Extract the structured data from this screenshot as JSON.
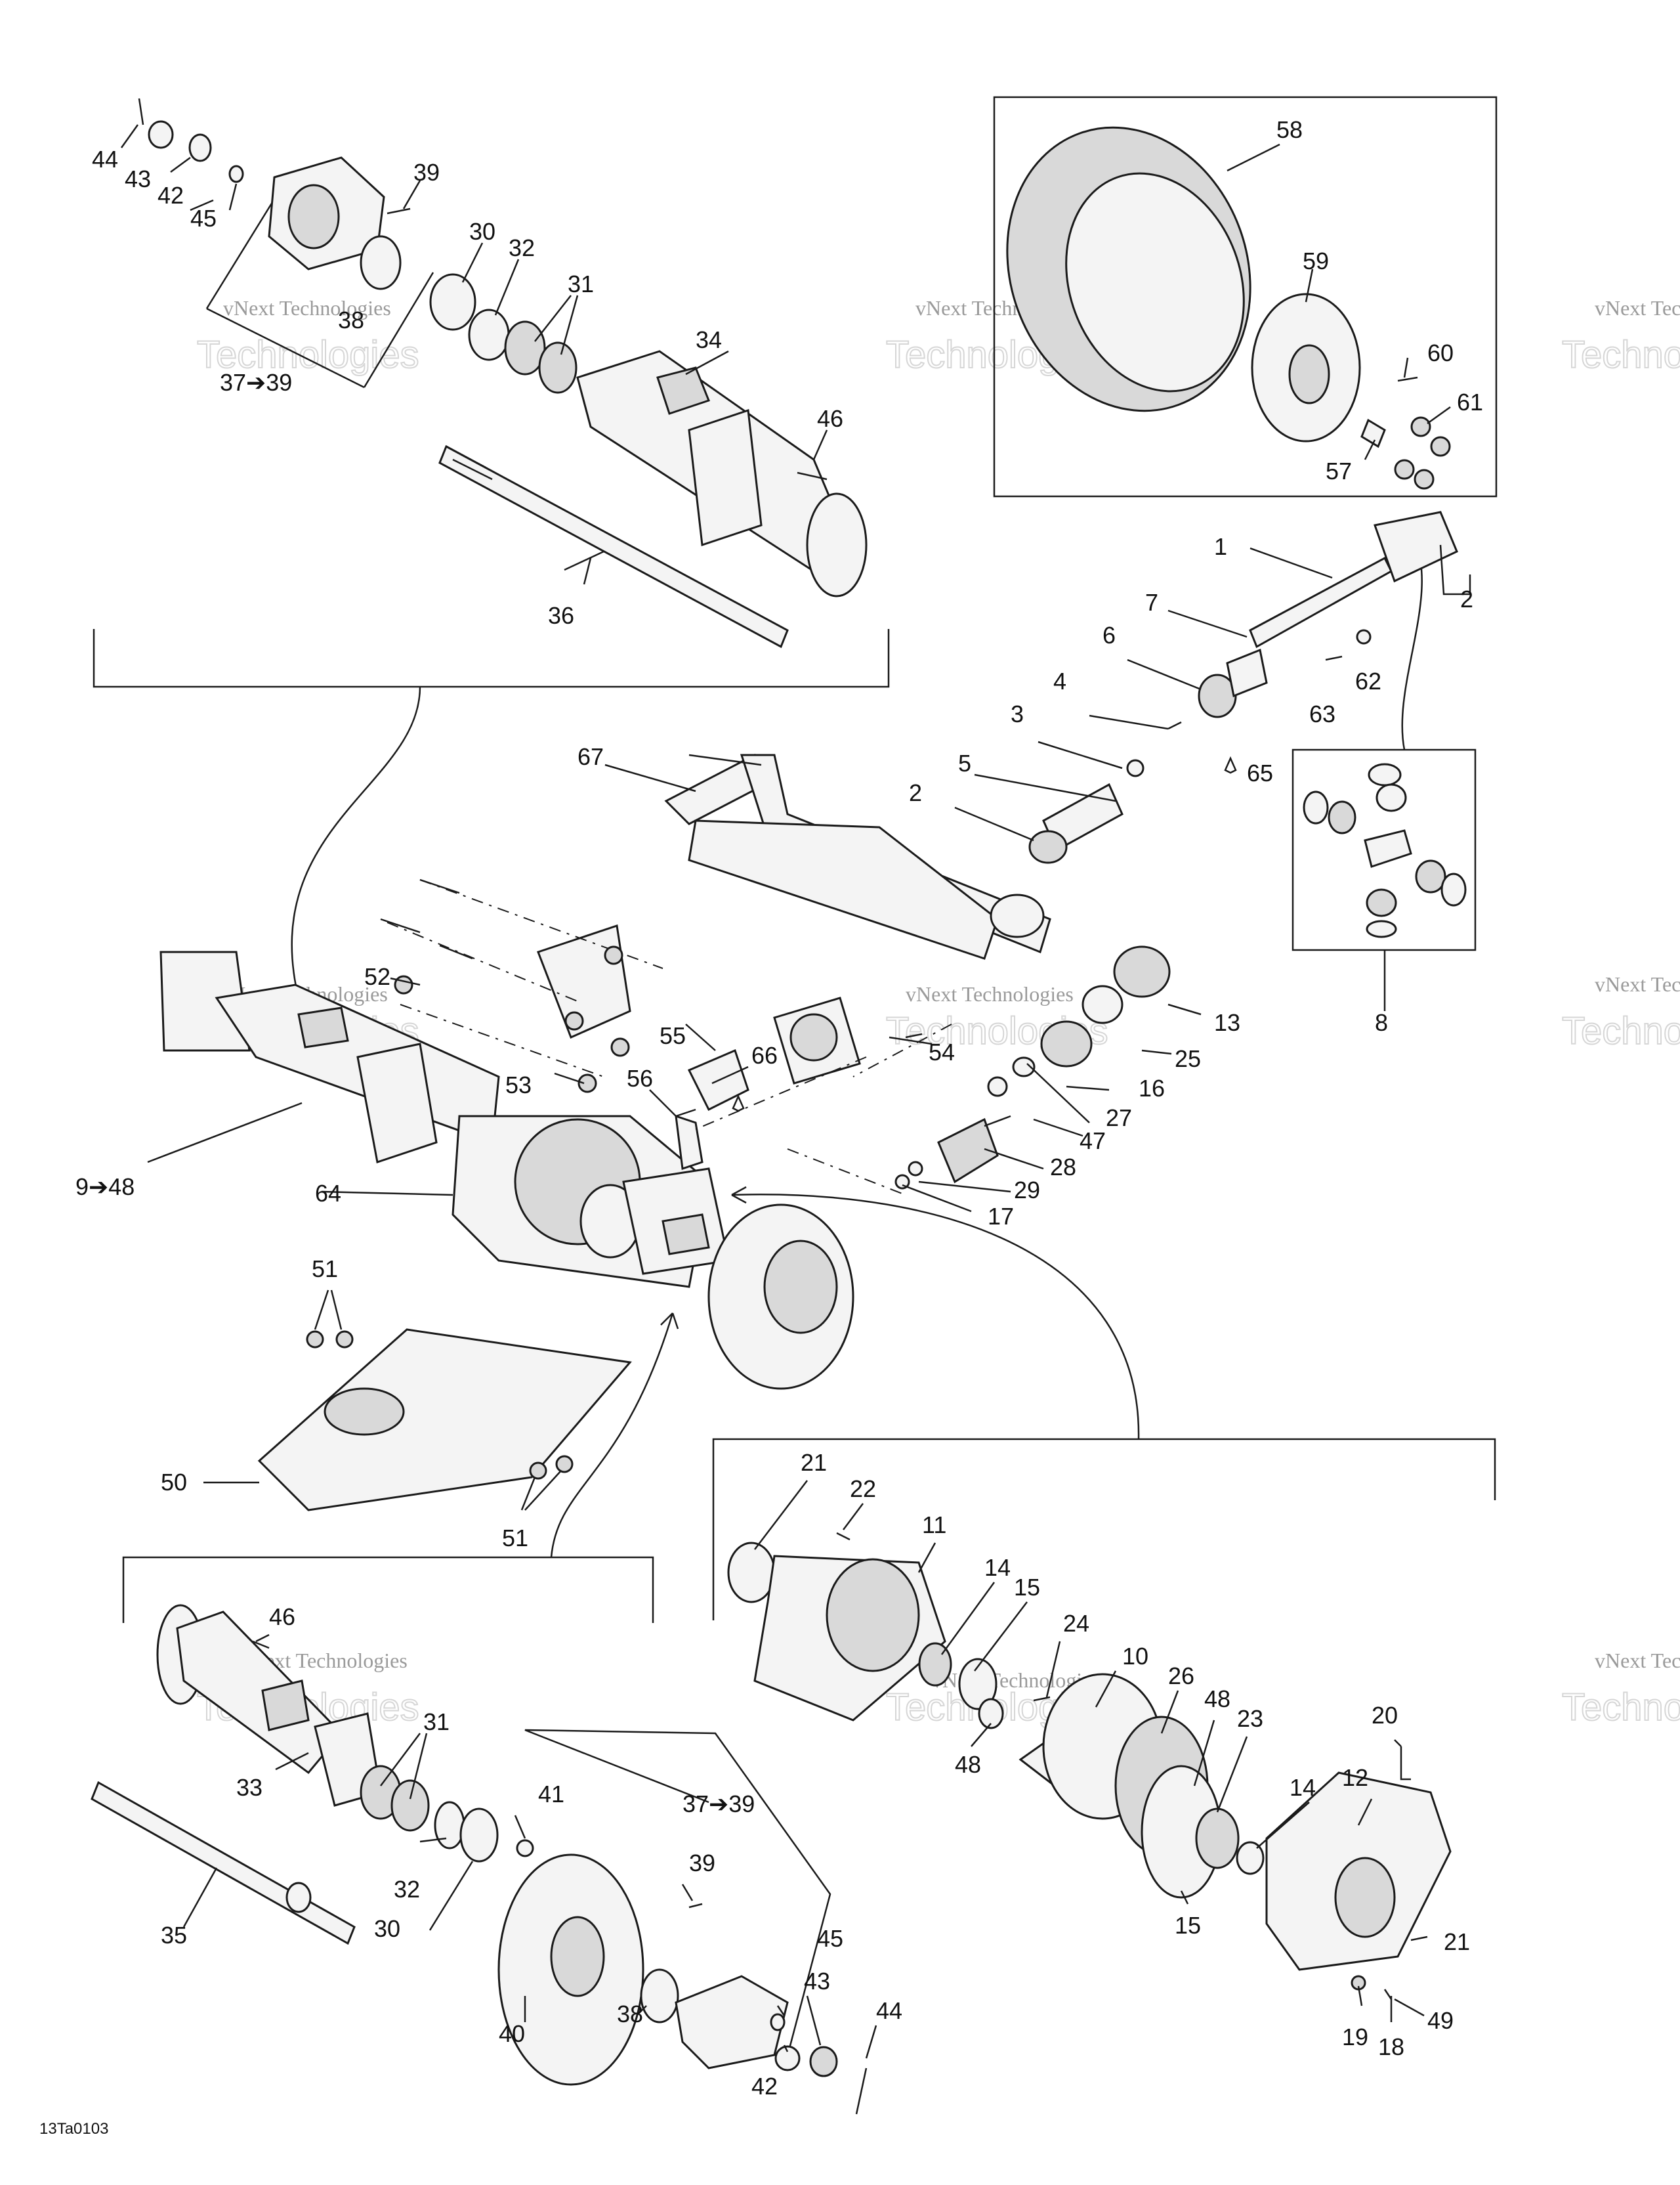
{
  "figure_code": "13Ta0103",
  "watermark": {
    "line1": "vNext Technologies",
    "line2": "Technologies"
  },
  "callouts": [
    {
      "id": "c1a",
      "text": "1"
    },
    {
      "id": "c2a",
      "text": "2"
    },
    {
      "id": "c2b",
      "text": "2"
    },
    {
      "id": "c3",
      "text": "3"
    },
    {
      "id": "c4",
      "text": "4"
    },
    {
      "id": "c5",
      "text": "5"
    },
    {
      "id": "c6",
      "text": "6"
    },
    {
      "id": "c7",
      "text": "7"
    },
    {
      "id": "c8",
      "text": "8"
    },
    {
      "id": "c9",
      "text": "9➔48"
    },
    {
      "id": "c10",
      "text": "10"
    },
    {
      "id": "c11",
      "text": "11"
    },
    {
      "id": "c12",
      "text": "12"
    },
    {
      "id": "c13",
      "text": "13"
    },
    {
      "id": "c14a",
      "text": "14"
    },
    {
      "id": "c14b",
      "text": "14"
    },
    {
      "id": "c15a",
      "text": "15"
    },
    {
      "id": "c15b",
      "text": "15"
    },
    {
      "id": "c16",
      "text": "16"
    },
    {
      "id": "c17",
      "text": "17"
    },
    {
      "id": "c18",
      "text": "18"
    },
    {
      "id": "c19",
      "text": "19"
    },
    {
      "id": "c20",
      "text": "20"
    },
    {
      "id": "c21a",
      "text": "21"
    },
    {
      "id": "c21b",
      "text": "21"
    },
    {
      "id": "c22",
      "text": "22"
    },
    {
      "id": "c23",
      "text": "23"
    },
    {
      "id": "c24",
      "text": "24"
    },
    {
      "id": "c25",
      "text": "25"
    },
    {
      "id": "c26",
      "text": "26"
    },
    {
      "id": "c27",
      "text": "27"
    },
    {
      "id": "c28",
      "text": "28"
    },
    {
      "id": "c29",
      "text": "29"
    },
    {
      "id": "c30a",
      "text": "30"
    },
    {
      "id": "c30b",
      "text": "30"
    },
    {
      "id": "c31a",
      "text": "31"
    },
    {
      "id": "c31b",
      "text": "31"
    },
    {
      "id": "c32a",
      "text": "32"
    },
    {
      "id": "c32b",
      "text": "32"
    },
    {
      "id": "c33",
      "text": "33"
    },
    {
      "id": "c34",
      "text": "34"
    },
    {
      "id": "c35",
      "text": "35"
    },
    {
      "id": "c36",
      "text": "36"
    },
    {
      "id": "c37a",
      "text": "37➔39"
    },
    {
      "id": "c37b",
      "text": "37➔39"
    },
    {
      "id": "c38a",
      "text": "38"
    },
    {
      "id": "c38b",
      "text": "38"
    },
    {
      "id": "c39a",
      "text": "39"
    },
    {
      "id": "c39b",
      "text": "39"
    },
    {
      "id": "c40",
      "text": "40"
    },
    {
      "id": "c41",
      "text": "41"
    },
    {
      "id": "c42a",
      "text": "42"
    },
    {
      "id": "c42b",
      "text": "42"
    },
    {
      "id": "c43a",
      "text": "43"
    },
    {
      "id": "c43b",
      "text": "43"
    },
    {
      "id": "c44a",
      "text": "44"
    },
    {
      "id": "c44b",
      "text": "44"
    },
    {
      "id": "c45a",
      "text": "45"
    },
    {
      "id": "c45b",
      "text": "45"
    },
    {
      "id": "c46a",
      "text": "46"
    },
    {
      "id": "c46b",
      "text": "46"
    },
    {
      "id": "c47",
      "text": "47"
    },
    {
      "id": "c48a",
      "text": "48"
    },
    {
      "id": "c48b",
      "text": "48"
    },
    {
      "id": "c49",
      "text": "49"
    },
    {
      "id": "c50",
      "text": "50"
    },
    {
      "id": "c51a",
      "text": "51"
    },
    {
      "id": "c51b",
      "text": "51"
    },
    {
      "id": "c52",
      "text": "52"
    },
    {
      "id": "c53",
      "text": "53"
    },
    {
      "id": "c54",
      "text": "54"
    },
    {
      "id": "c55",
      "text": "55"
    },
    {
      "id": "c56",
      "text": "56"
    },
    {
      "id": "c57",
      "text": "57"
    },
    {
      "id": "c58",
      "text": "58"
    },
    {
      "id": "c59",
      "text": "59"
    },
    {
      "id": "c60",
      "text": "60"
    },
    {
      "id": "c61",
      "text": "61"
    },
    {
      "id": "c62",
      "text": "62"
    },
    {
      "id": "c63",
      "text": "63"
    },
    {
      "id": "c64",
      "text": "64"
    },
    {
      "id": "c65",
      "text": "65"
    },
    {
      "id": "c66",
      "text": "66"
    },
    {
      "id": "c67",
      "text": "67"
    }
  ]
}
